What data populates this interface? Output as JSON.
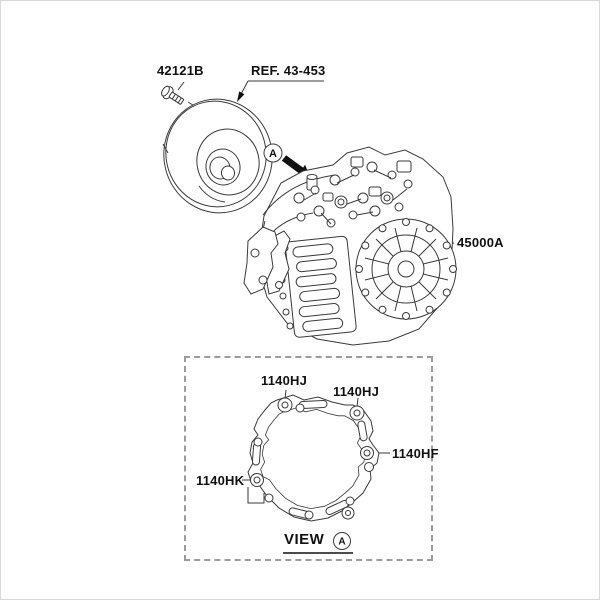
{
  "image": {
    "background": "#ffffff",
    "line_color": "#3a3a3a",
    "text_color": "#111111",
    "dashed_box_color": "#9b9b9b"
  },
  "callouts": {
    "bolt": {
      "label": "42121B"
    },
    "torque_converter_ref": {
      "label": "REF. 43-453"
    },
    "transaxle_assembly": {
      "label": "45000A"
    },
    "view_marker_letter": "A"
  },
  "detail_view": {
    "bolt_callouts": [
      {
        "label": "1140HJ",
        "position": "top-left"
      },
      {
        "label": "1140HJ",
        "position": "top-right"
      },
      {
        "label": "1140HF",
        "position": "right"
      },
      {
        "label": "1140HK",
        "position": "left"
      }
    ],
    "caption": {
      "text": "VIEW",
      "marker_letter": "A"
    }
  }
}
